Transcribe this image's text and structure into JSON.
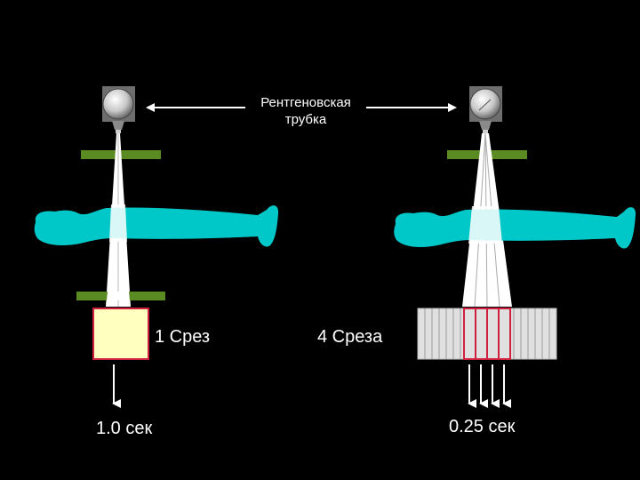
{
  "labels": {
    "tube_line1": "Рентгеновская",
    "tube_line2": "трубка",
    "single_slice": "1 Срез",
    "multi_slice": "4 Среза",
    "single_time": "1.0 сек",
    "multi_time": "0.25 сек"
  },
  "colors": {
    "background": "#000000",
    "collimator": "#5a8a22",
    "patient": "#00c8c8",
    "detector_single": "#ffffc0",
    "detector_border": "#d02040",
    "detector_array": "#e0e0e0",
    "beam": "#ffffff",
    "arrow": "#ffffff"
  },
  "panels": {
    "left": {
      "detector_rows": 1
    },
    "right": {
      "detector_rows": 4
    }
  }
}
